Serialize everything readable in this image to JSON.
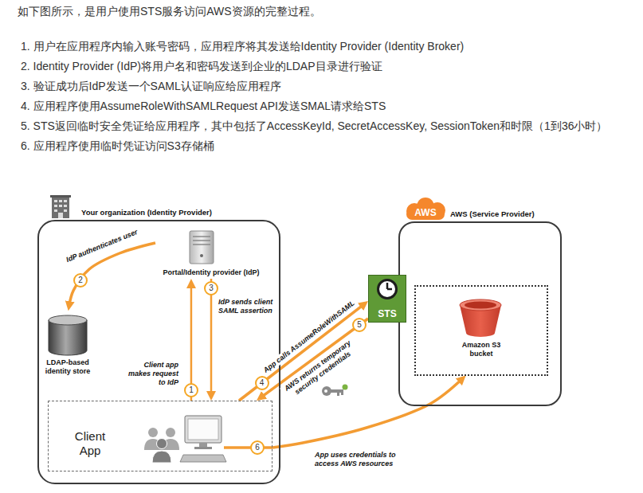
{
  "diagram": {
    "nodes": [
      {
        "text": [
          "Your organization (Identity Provider)"
        ]
      },
      {
        "text": [
          "Portal/Identity provider (IdP)"
        ],
        "in": 0
      },
      {
        "text": [
          "LDAP-based identity store"
        ],
        "in": 0
      },
      {
        "text": [
          "Client App"
        ],
        "in": 0
      },
      {
        "text": [
          "AWS (Service Provider)"
        ]
      },
      {
        "text": [
          "STS"
        ],
        "in": 4
      },
      {
        "text": [
          "Amazon S3 bucket"
        ],
        "in": 4
      }
    ],
    "edges": [
      {
        "from": 3,
        "to": 1,
        "arrow": "to",
        "label": "Client app makes request to IdP"
      },
      {
        "from": 1,
        "to": 2,
        "arrow": "to",
        "label": "IdP authenticates user"
      },
      {
        "from": 1,
        "to": 3,
        "arrow": "to",
        "label": "IdP sends client SAML assertion"
      },
      {
        "from": 3,
        "to": 5,
        "arrow": "to",
        "label": "App calls AssumeRoleWithSAML"
      },
      {
        "from": 5,
        "to": 3,
        "arrow": "to",
        "label": "AWS returns temporary security credentials"
      },
      {
        "from": 3,
        "to": 6,
        "arrow": "to",
        "label": "App uses credentials to access AWS resources"
      }
    ],
    "labels": [
      "如下图所示，是用户使用STS服务访问AWS资源的完整过程。",
      "1. 用户在应用程序内输入账号密码，应用程序将其发送给Identity Provider (Identity Broker)",
      "2. Identity Provider (IdP)将用户名和密码发送到企业的LDAP目录进行验证",
      "3. 验证成功后IdP发送一个SAML认证响应给应用程序",
      "4. 应用程序使用AssumeRoleWithSAMLRequest API发送SMAL请求给STS",
      "5. STS返回临时安全凭证给应用程序，其中包括了AccessKeyId, SecretAccessKey, SessionToken和时限（1到36小时）",
      "6. 应用程序使用临时凭证访问S3存储桶",
      "AWS",
      "1",
      "2",
      "3",
      "4",
      "5",
      "6"
    ]
  }
}
